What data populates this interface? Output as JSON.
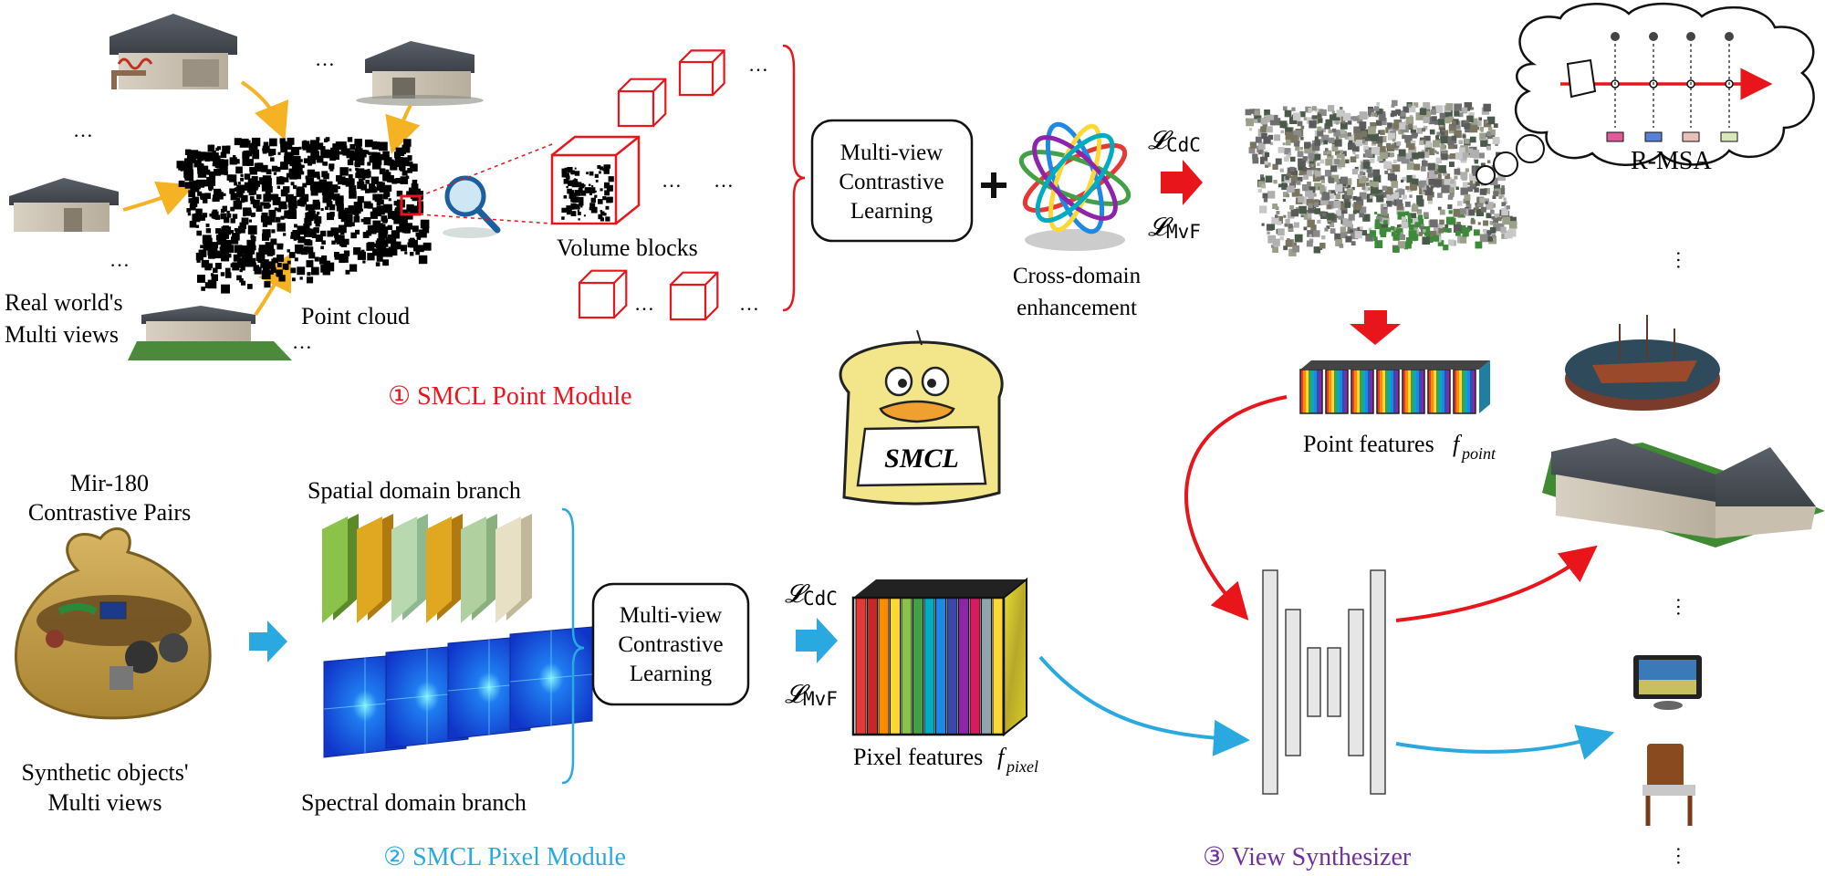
{
  "point_module": {
    "input_label_line1": "Real world's",
    "input_label_line2": "Multi views",
    "point_cloud_label": "Point cloud",
    "volume_blocks_label": "Volume blocks",
    "mvcl_line1": "Multi-view",
    "mvcl_line2": "Contrastive",
    "mvcl_line3": "Learning",
    "cross_domain_line1": "Cross-domain",
    "cross_domain_line2": "enhancement",
    "loss_cdc": "𝓛",
    "loss_cdc_sub": "CdC",
    "loss_mvf": "𝓛",
    "loss_mvf_sub": "MvF",
    "rmsa_label": "R-MSA",
    "module_title": "① SMCL Point Module"
  },
  "pixel_module": {
    "dataset_line1": "Mir-180",
    "dataset_line2": "Contrastive Pairs",
    "synthetic_line1": "Synthetic objects'",
    "synthetic_line2": "Multi views",
    "spatial_branch": "Spatial domain branch",
    "spectral_branch": "Spectral domain branch",
    "mvcl_line1": "Multi-view",
    "mvcl_line2": "Contrastive",
    "mvcl_line3": "Learning",
    "loss_cdc": "𝓛",
    "loss_cdc_sub": "CdC",
    "loss_mvf": "𝓛",
    "loss_mvf_sub": "MvF",
    "pixel_features": "Pixel features ",
    "pixel_features_f": "f",
    "pixel_features_sub": "pixel",
    "module_title": "② SMCL Pixel Module"
  },
  "synthesizer": {
    "point_features": "Point features ",
    "point_features_f": "f",
    "point_features_sub": "point",
    "module_title": "③ View Synthesizer"
  },
  "mascot": {
    "label": "SMCL"
  },
  "ellipsis": "…",
  "colors": {
    "point": "#e8161b",
    "pixel": "#2aa9e0",
    "synth": "#7030a0",
    "arrow_yellow": "#f5b324"
  }
}
